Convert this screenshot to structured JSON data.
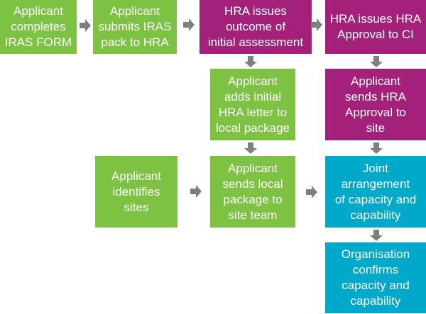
{
  "colors": {
    "green": "#7dc242",
    "magenta": "#a3217a",
    "cyan": "#00a9c9",
    "arrow": "#7f7f7f",
    "text": "#ffffff"
  },
  "boxes": {
    "applicant_completes_iras": "Applicant\ncompletes\nIRAS FORM",
    "applicant_submits_iras": "Applicant\nsubmits IRAS\npack to HRA",
    "hra_issues_outcome": "HRA issues\noutcome of\ninitial assessment",
    "hra_issues_approval": "HRA issues HRA\nApproval to CI",
    "applicant_adds_letter": "Applicant\nadds initial\nHRA letter to\nlocal package",
    "applicant_sends_approval": "Applicant\nsends HRA\nApproval to\nsite",
    "applicant_identifies_sites": "Applicant\nidentifies\nsites",
    "applicant_sends_package": "Applicant\nsends local\npackage to\nsite team",
    "joint_arrangement": "Joint\narrangement\nof capacity and\ncapability",
    "organisation_confirms": "Organisation\nconfirms\ncapacity and\ncapability"
  }
}
